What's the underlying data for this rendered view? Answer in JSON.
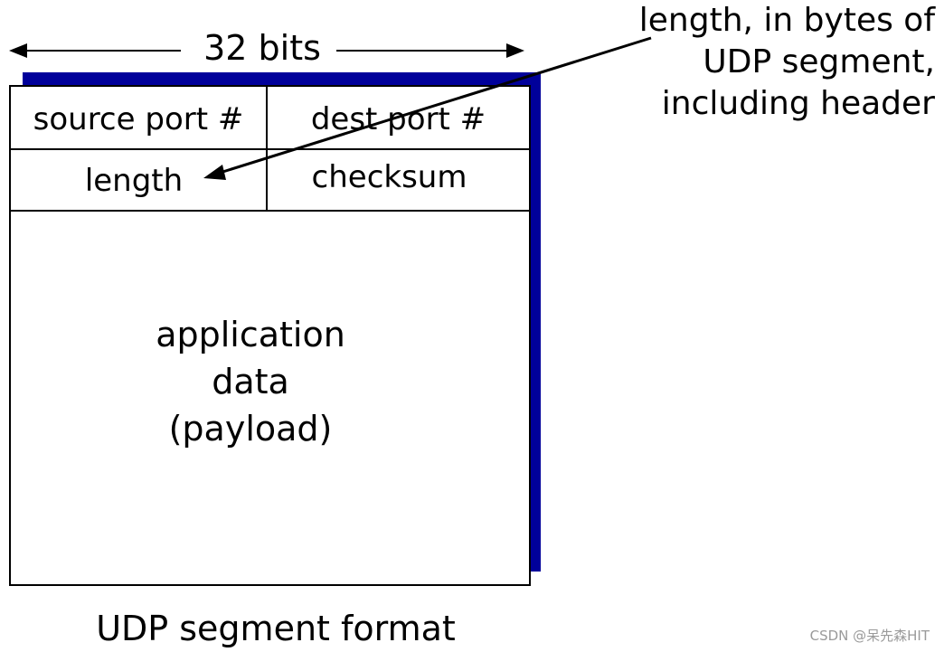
{
  "width_indicator": {
    "label": "32 bits"
  },
  "header_fields": {
    "row1": [
      "source port #",
      "dest port #"
    ],
    "row2": [
      "length",
      "checksum"
    ]
  },
  "payload": {
    "lines": [
      "application",
      "data",
      "(payload)"
    ]
  },
  "annotation": {
    "lines": [
      "length, in bytes of",
      "UDP segment,",
      "including header"
    ]
  },
  "caption": "UDP segment format",
  "watermark": "CSDN @呆先森HIT",
  "colors": {
    "shadow": "#00009a",
    "ink": "#000000",
    "watermark": "#9a9a9a"
  }
}
